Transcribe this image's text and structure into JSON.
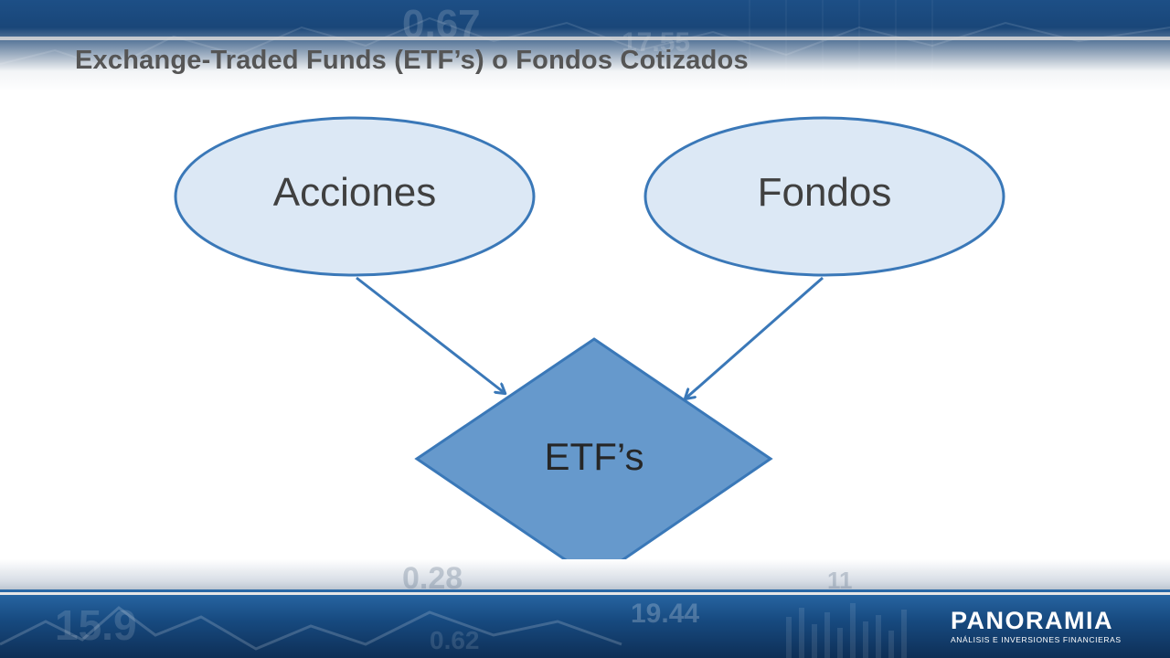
{
  "slide": {
    "title": "Exchange-Traded Funds (ETF’s) o Fondos Cotizados"
  },
  "diagram": {
    "nodes": [
      {
        "id": "acciones",
        "label": "Acciones",
        "shape": "ellipse",
        "fill": "#dce8f5",
        "stroke": "#3a78b8"
      },
      {
        "id": "fondos",
        "label": "Fondos",
        "shape": "ellipse",
        "fill": "#dce8f5",
        "stroke": "#3a78b8"
      },
      {
        "id": "etfs",
        "label": "ETF’s",
        "shape": "diamond",
        "fill": "#6699cc",
        "stroke": "#3a78b8"
      }
    ],
    "edges": [
      {
        "from": "acciones",
        "to": "etfs"
      },
      {
        "from": "fondos",
        "to": "etfs"
      }
    ]
  },
  "background": {
    "ticker_values": [
      "0.67",
      "17.55",
      "0.28",
      "19.44",
      "15.9",
      "11",
      "0.62"
    ]
  },
  "branding": {
    "name": "PANORAMIA",
    "tagline": "ANÁLISIS E INVERSIONES FINANCIERAS"
  },
  "colors": {
    "band_dark": "#163f6e",
    "band_light": "#2a6aa8",
    "title_text": "#555555",
    "edge": "#3a78b8"
  }
}
